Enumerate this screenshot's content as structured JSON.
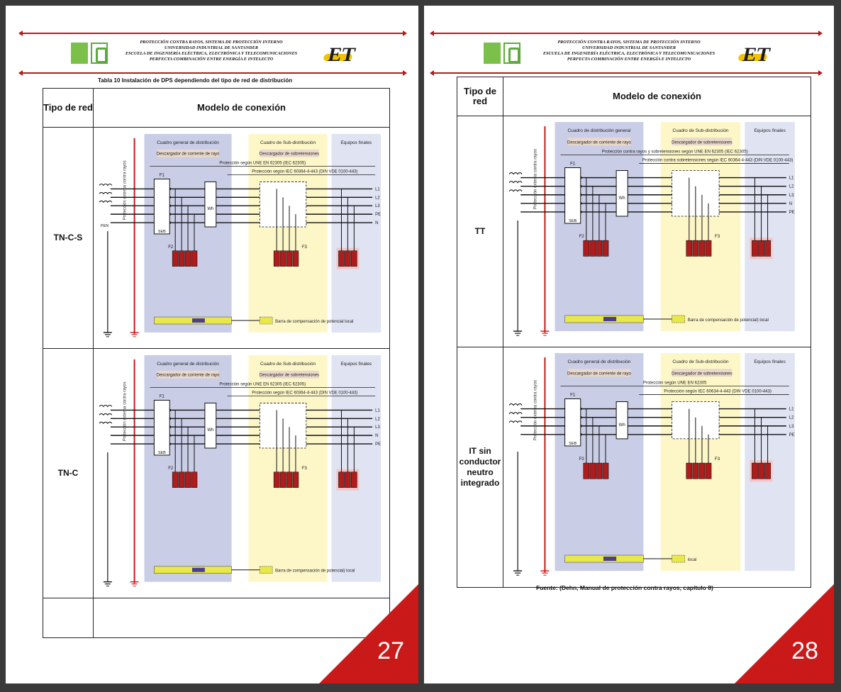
{
  "page_left": {
    "header_lines": [
      "PROTECCIÓN CONTRA RAYOS, SISTEMA DE PROTECCIÓN INTERNO",
      "UNIVERSIDAD INDUSTRIAL DE SANTANDER",
      "ESCUELA DE INGENIERÍA ELÉCTRICA, ELECTRÓNICA Y TELECOMUNICACIONES",
      "PERFECTA COMBINACIÓN ENTRE ENERGÍA E INTELECTO"
    ],
    "logo_text": "ET",
    "caption": "Tabla 10 Instalación de DPS dependiendo del tipo de red de distribución",
    "col_tipo": "Tipo de red",
    "col_modelo": "Modelo de conexión",
    "row1_label": "TN-C-S",
    "row2_label": "TN-C",
    "page_number": "27",
    "diag1": {
      "vtext": "Protección externa contra rayos",
      "sec1_title": "Cuadro general de distribución",
      "sec1_sub": "Descargador de corriente de rayo",
      "sec2_title": "Cuadro de Sub-distribución",
      "sec2_sub": "Descargador de sobretensiones",
      "sec3_title": "Equipos finales",
      "prot1": "Protección según UNE EN 62305 (IEC 62305)",
      "prot2": "Protección según IEC 60364-4-443 (DIN VDE 0100-443)",
      "f1": "F1",
      "f2": "F2",
      "f3": "F3",
      "seb": "SEB",
      "wh": "Wh",
      "pen": "PEN",
      "lines": [
        "L1",
        "L2",
        "L3",
        "PE",
        "N"
      ],
      "bar_label": "Barra de compensación de potencial local"
    },
    "diag2": {
      "vtext": "Protección externa contra rayos",
      "sec1_title": "Cuadro general de distribución",
      "sec1_sub": "Descargador de corriente de rayo",
      "sec2_title": "Cuadro de Sub-distribución",
      "sec2_sub": "Descargador de sobretensiones",
      "sec3_title": "Equipos finales",
      "prot1": "Protección según UNE EN 62305 (IEC 62305)",
      "prot2": "Protección según IEC 60364-4-443 (DIN VDE 0100-443)",
      "f1": "F1",
      "f2": "F2",
      "f3": "F3",
      "seb": "SEB",
      "wh": "Wh",
      "lines": [
        "L1",
        "L2",
        "L3",
        "N",
        "PE"
      ],
      "bar_label": "Barra de compensación de potencial) local"
    }
  },
  "page_right": {
    "header_lines": [
      "PROTECCIÓN CONTRA RAYOS, SISTEMA DE PROTECCIÓN INTERNO",
      "UNIVERSIDAD INDUSTRIAL DE SANTANDER",
      "ESCUELA DE INGENIERÍA ELÉCTRICA, ELECTRÓNICA Y TELECOMUNICACIONES",
      "PERFECTA COMBINACIÓN ENTRE ENERGÍA E INTELECTO"
    ],
    "logo_text": "ET",
    "col_tipo": "Tipo de red",
    "col_modelo": "Modelo de conexión",
    "row1_label": "TT",
    "row2_label": "IT sin conductor neutro integrado",
    "source": "Fuente: (Dehn, Manual de protección contra rayos, capítulo 8)",
    "page_number": "28",
    "diag1": {
      "vtext": "Protección externa contra rayos",
      "sec1_title": "Cuadro de distribución general",
      "sec1_sub": "Descargador de corriente de rayo",
      "sec2_title": "Cuadro de Sub-distribución",
      "sec2_sub": "Descargador de sobretensiones",
      "sec3_title": "Equipos finales",
      "prot1": "Protección contra rayos y sobretensiones según UNE EN 62305 (IEC 62305)",
      "prot2": "Protección contra sobretensiones según IEC 60364-4-443 (DIN VDE 0100-443)",
      "f1": "F1",
      "f2": "F2",
      "f3": "F3",
      "seb": "SEB",
      "wh": "Wh",
      "lines": [
        "L1",
        "L2",
        "L3",
        "N",
        "PE"
      ],
      "bar_label": "Barra de compensación de potencial) local"
    },
    "diag2": {
      "vtext": "Protección externa contra rayos",
      "sec1_title": "Cuadro general de distribución",
      "sec1_sub": "Descargador de corriente de rayo",
      "sec2_title": "Cuadro de Sub-distribución",
      "sec2_sub": "Descargador de sobretensiones",
      "sec3_title": "Equipos finales",
      "prot1": "Protección según UNE EN 62305",
      "prot2": "Protección según IEC 60634-4-443 (DIN VDE 0100-443)",
      "f1": "F1",
      "f2": "F2",
      "f3": "F3",
      "seb": "SEB",
      "wh": "Wh",
      "lines": [
        "L1",
        "L2",
        "L3",
        "PE"
      ],
      "bar_label": "local"
    }
  },
  "colors": {
    "red_accent": "#c91919",
    "panel_blue": "#c9cde6",
    "panel_yellow": "#fdf7c8",
    "panel_lightblue": "#dfe3f2",
    "bus_yellow": "#e8e84a",
    "spd_red": "#b01c1c"
  }
}
